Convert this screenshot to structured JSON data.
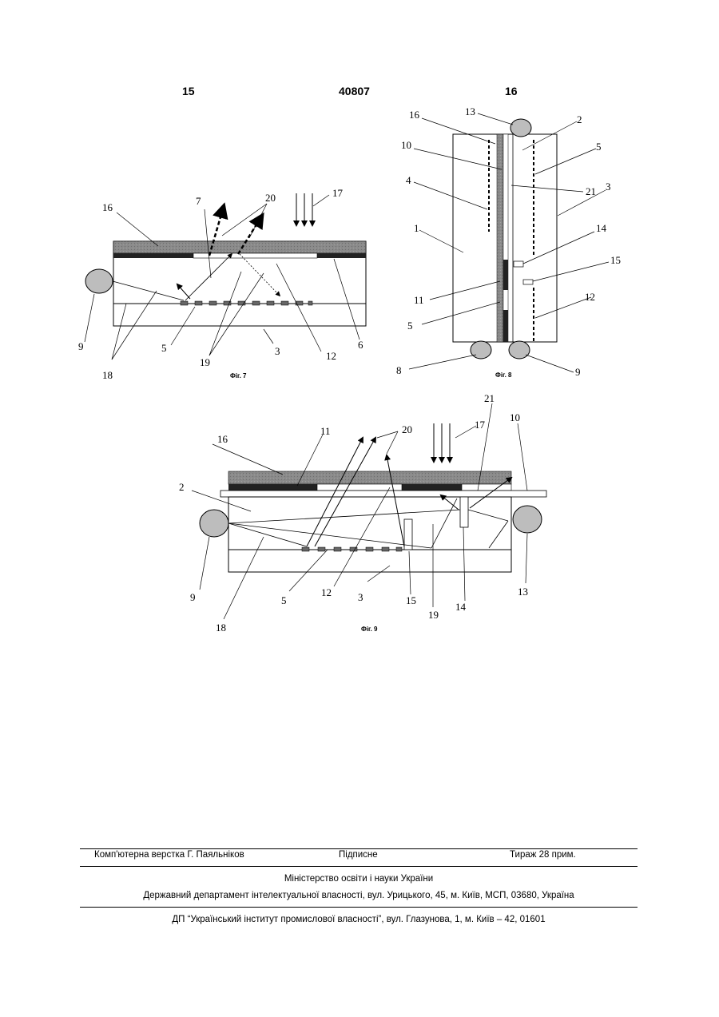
{
  "header": {
    "page_left": "15",
    "patent_number": "40807",
    "page_right": "16"
  },
  "figures": {
    "fig7": {
      "caption": "Фіг. 7",
      "labels": [
        "16",
        "7",
        "20",
        "17",
        "9",
        "18",
        "5",
        "19",
        "3",
        "12",
        "6"
      ]
    },
    "fig8": {
      "caption": "Фіг. 8",
      "labels": [
        "16",
        "13",
        "2",
        "10",
        "5",
        "4",
        "21",
        "3",
        "1",
        "14",
        "15",
        "11",
        "12",
        "5",
        "8",
        "9"
      ]
    },
    "fig9": {
      "caption": "Фіг. 9",
      "labels": [
        "21",
        "16",
        "11",
        "20",
        "17",
        "10",
        "2",
        "9",
        "13",
        "5",
        "12",
        "3",
        "15",
        "14",
        "19",
        "18"
      ]
    }
  },
  "footer": {
    "layout": "Комп'ютерна верстка Г. Паяльніков",
    "signed": "Підписне",
    "circulation": "Тираж 28 прим.",
    "ministry": "Міністерство освіти і науки України",
    "department": "Державний департамент інтелектуальної власності, вул. Урицького, 45, м. Київ, МСП, 03680, Україна",
    "institute": "ДП “Український інститут промислової власності”, вул. Глазунова, 1, м. Київ – 42, 01601"
  }
}
